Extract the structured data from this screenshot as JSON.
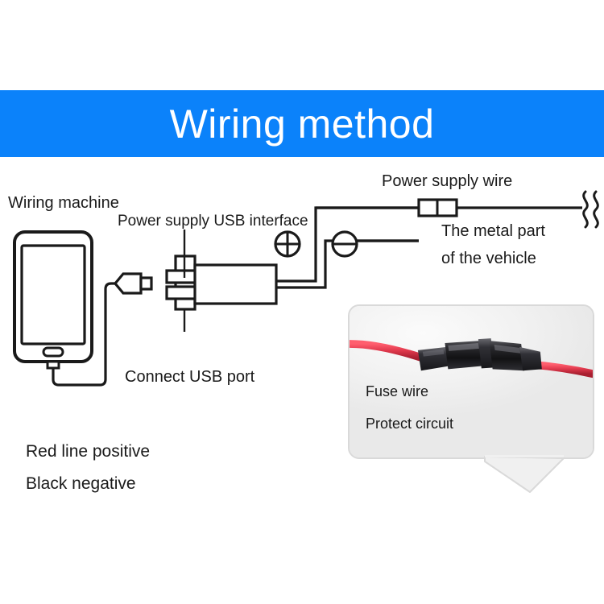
{
  "banner": {
    "title": "Wiring method",
    "background_color": "#0b82fa",
    "text_color": "#ffffff"
  },
  "diagram": {
    "labels": {
      "wiring_machine": "Wiring machine",
      "power_supply_usb_interface": "Power supply USB interface",
      "connect_usb_port": "Connect USB port",
      "power_supply_wire": "Power supply wire",
      "metal_part_line1": "The metal part",
      "metal_part_line2": "of the vehicle",
      "red_line_positive": "Red line positive",
      "black_negative": "Black negative"
    },
    "symbols": {
      "positive_terminal": "⊕",
      "negative_terminal": "⊖"
    },
    "line_color": "#1a1a1a"
  },
  "callout": {
    "line1": "Fuse wire",
    "line2": "Protect circuit",
    "wire_color": "#e23a4e",
    "fuse_body_color": "#1c1c1c",
    "background_color": "#f0f0f0",
    "border_color": "#d9d9d9"
  }
}
